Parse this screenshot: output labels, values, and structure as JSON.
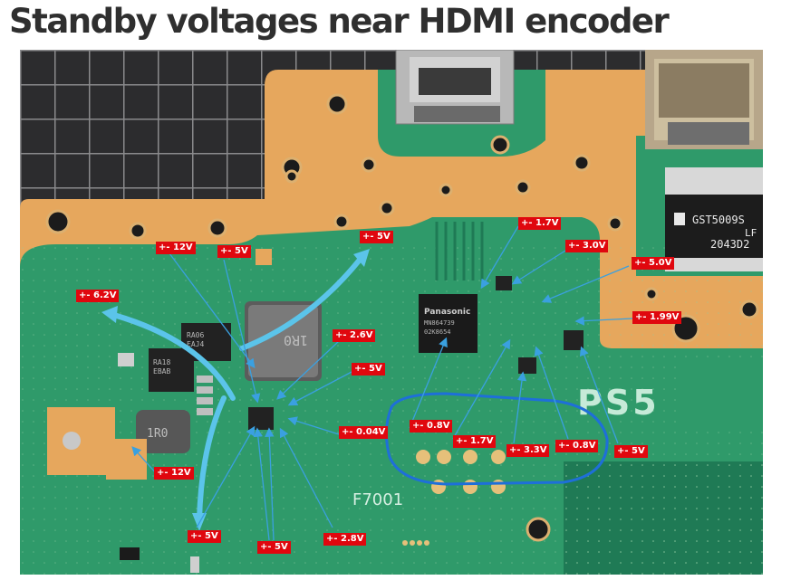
{
  "title": "Standby voltages near HDMI encoder",
  "photo": {
    "silkscreen": {
      "f7001": "F7001",
      "ps5": "PS5",
      "panasonic_line1": "Panasonic",
      "panasonic_line2": "MN864739",
      "panasonic_line3": "02K8654",
      "gst_line1": "GST5009S",
      "gst_line2": "LF",
      "gst_line3": "2043D2",
      "inductor": "1R0",
      "inductor_left": "1R0",
      "chip_a_line1": "RA06",
      "chip_a_line2": "EAJ4",
      "chip_b_line1": "RA18",
      "chip_b_line2": "EBAB"
    },
    "labels": [
      {
        "id": "v6_2",
        "text": "+- 6.2V"
      },
      {
        "id": "v12_top",
        "text": "+- 12V"
      },
      {
        "id": "v5_a",
        "text": "+- 5V"
      },
      {
        "id": "v5_top",
        "text": "+- 5V"
      },
      {
        "id": "v1_7_top",
        "text": "+- 1.7V"
      },
      {
        "id": "v3_0",
        "text": "+- 3.0V"
      },
      {
        "id": "v5_0",
        "text": "+- 5.0V"
      },
      {
        "id": "v1_99",
        "text": "+- 1.99V"
      },
      {
        "id": "v2_6",
        "text": "+- 2.6V"
      },
      {
        "id": "v5_mid",
        "text": "+- 5V"
      },
      {
        "id": "v0_04",
        "text": "+- 0.04V"
      },
      {
        "id": "v0_8_l",
        "text": "+- 0.8V"
      },
      {
        "id": "v1_7_b",
        "text": "+- 1.7V"
      },
      {
        "id": "v3_3",
        "text": "+- 3.3V"
      },
      {
        "id": "v0_8_r",
        "text": "+- 0.8V"
      },
      {
        "id": "v5_right",
        "text": "+- 5V"
      },
      {
        "id": "v12_bot",
        "text": "+- 12V"
      },
      {
        "id": "v5_bl",
        "text": "+- 5V"
      },
      {
        "id": "v5_bm",
        "text": "+- 5V"
      },
      {
        "id": "v2_8",
        "text": "+- 2.8V"
      }
    ]
  }
}
